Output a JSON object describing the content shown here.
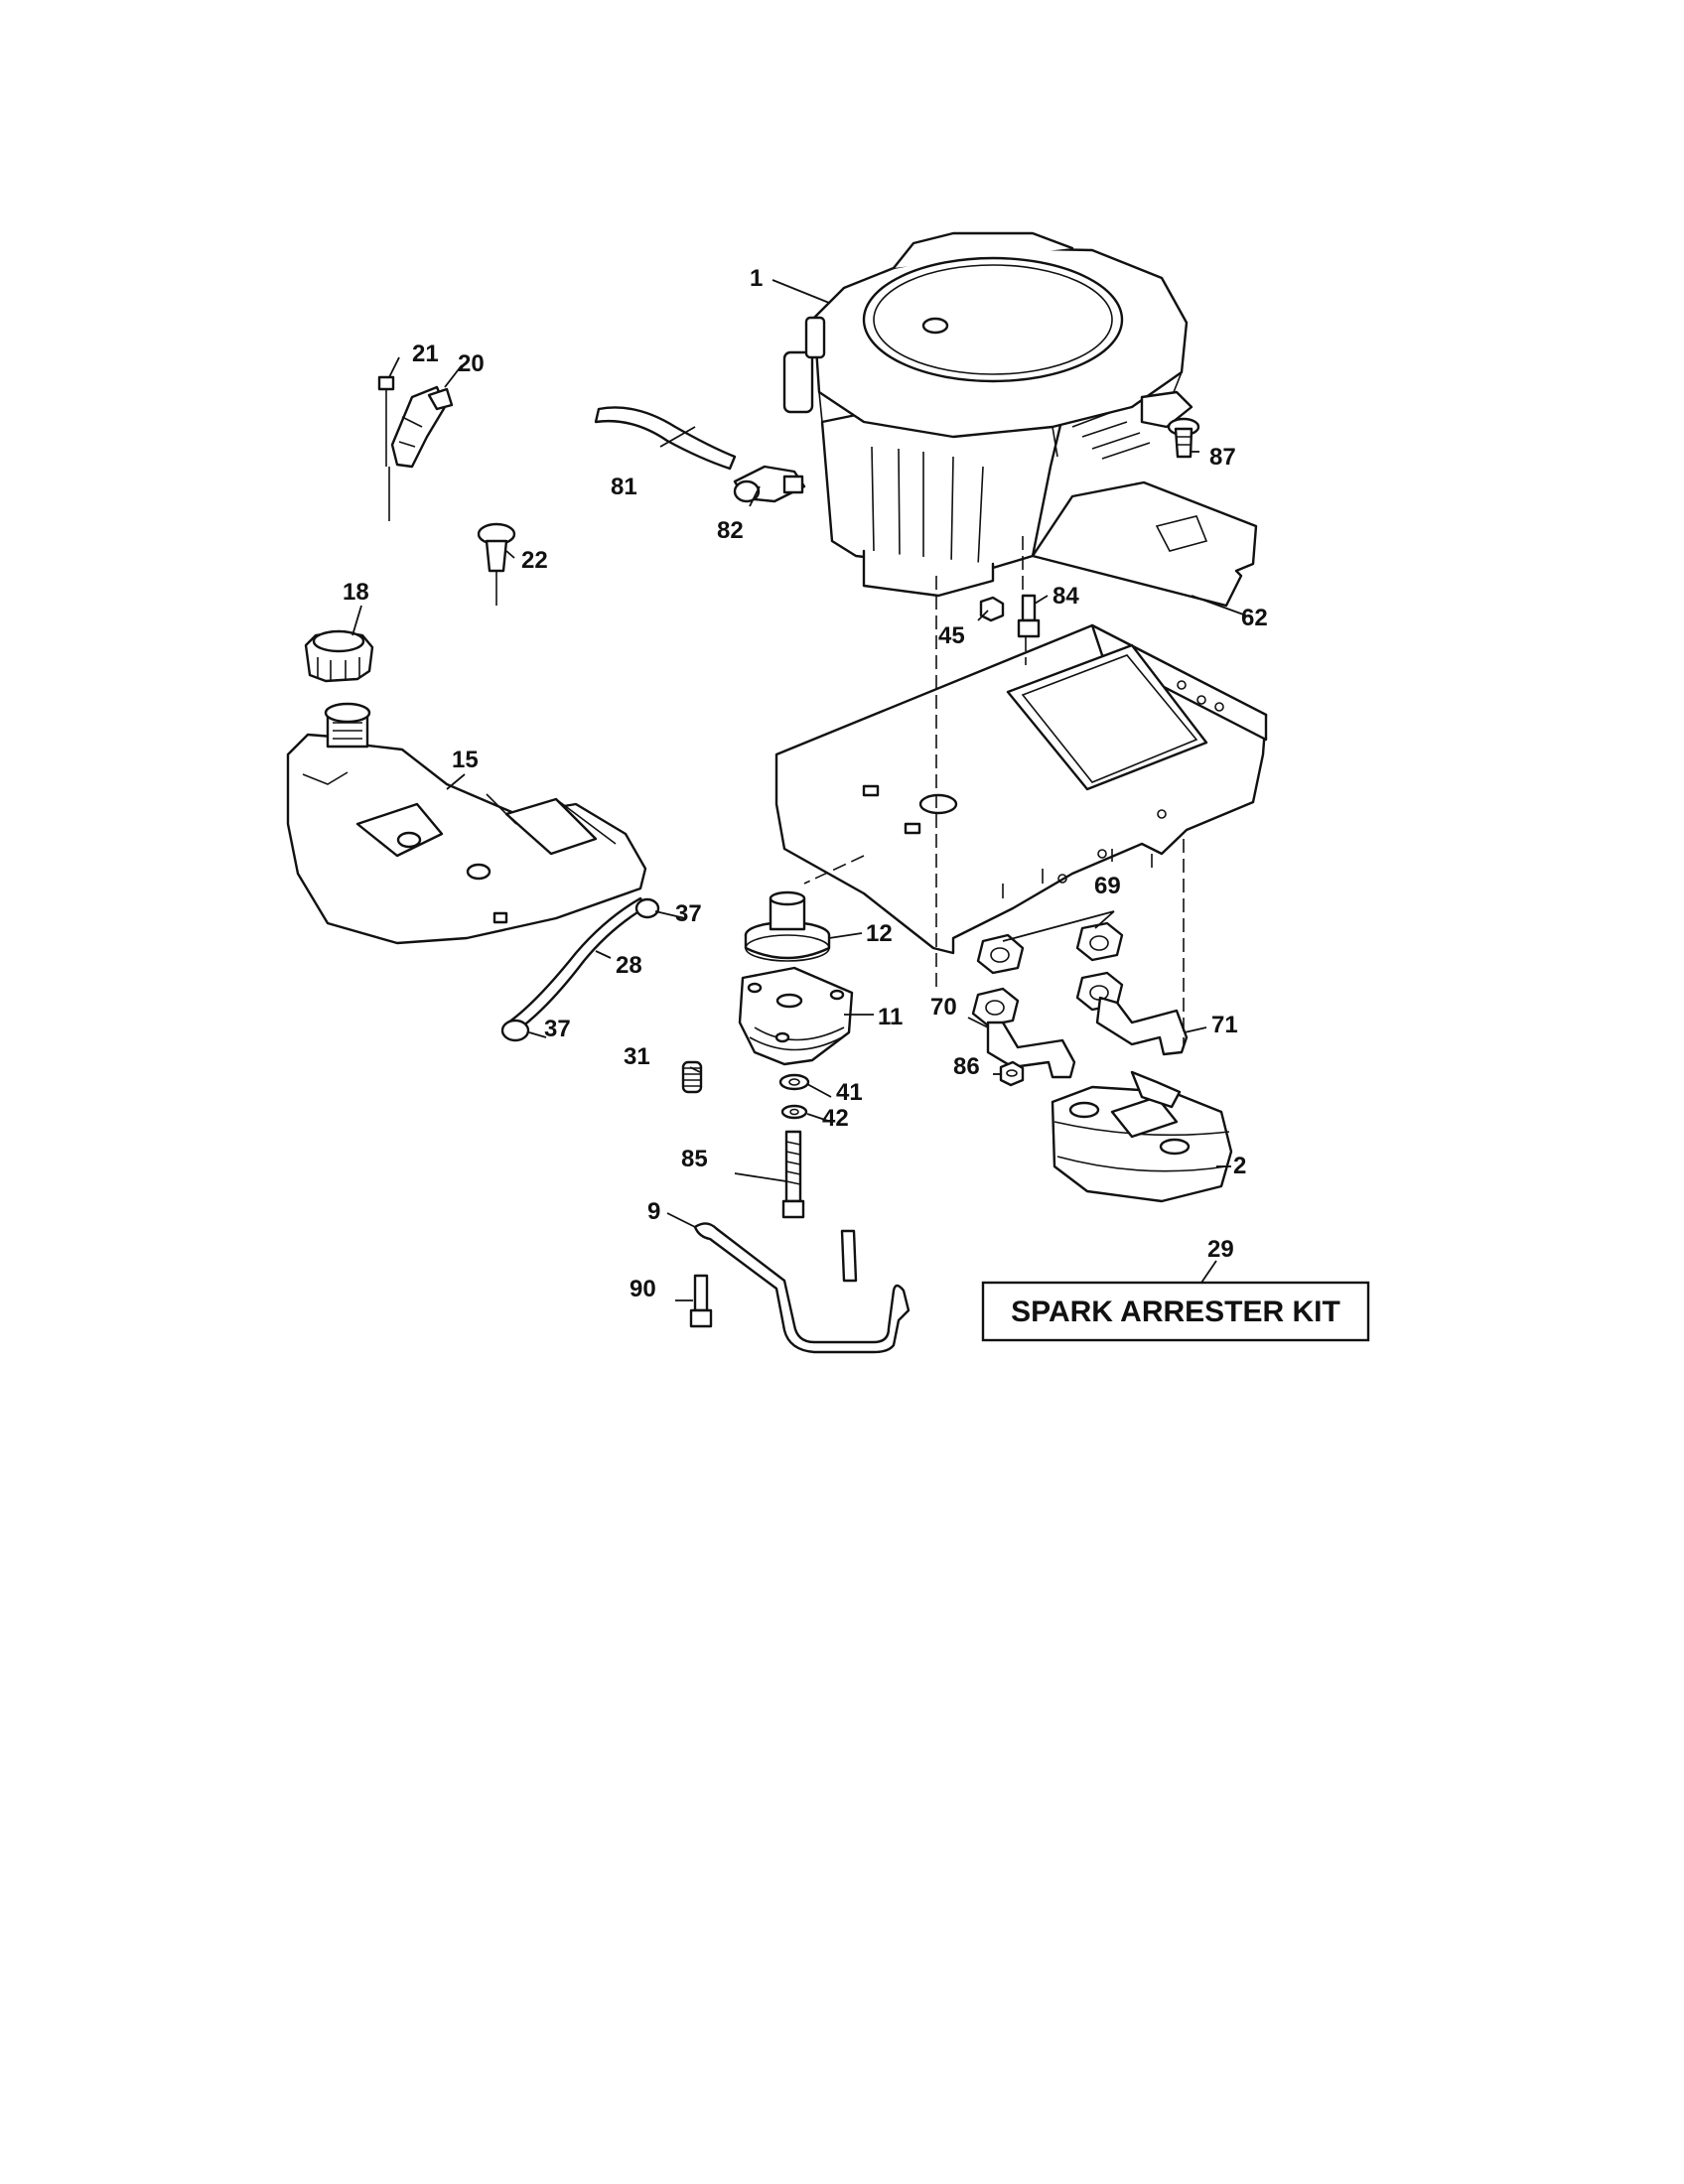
{
  "callouts": {
    "p1": "1",
    "p2": "2",
    "p9": "9",
    "p11": "11",
    "p12": "12",
    "p15": "15",
    "p18": "18",
    "p20": "20",
    "p21": "21",
    "p22": "22",
    "p28": "28",
    "p29": "29",
    "p31": "31",
    "p37a": "37",
    "p37b": "37",
    "p41": "41",
    "p42": "42",
    "p45": "45",
    "p62": "62",
    "p69": "69",
    "p70": "70",
    "p71": "71",
    "p81": "81",
    "p82": "82",
    "p84": "84",
    "p85": "85",
    "p86": "86",
    "p87": "87",
    "p90": "90"
  },
  "kit_label": "SPARK ARRESTER KIT"
}
